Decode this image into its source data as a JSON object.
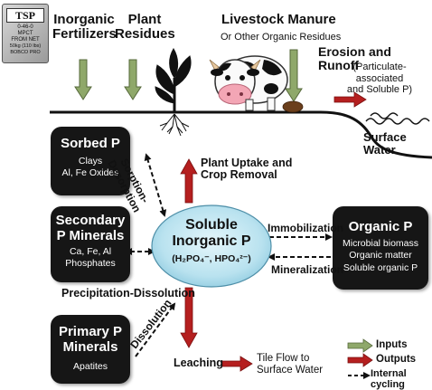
{
  "top": {
    "inorganic_fertilizers": [
      "Inorganic",
      "Fertilizers"
    ],
    "plant_residues": [
      "Plant",
      "Residues"
    ],
    "livestock_manure": "Livestock Manure",
    "other_residues": "Or Other Organic Residues",
    "erosion_title": "Erosion and Runoff",
    "erosion_sub": [
      "(Particulate-associated",
      "and Soluble P)"
    ],
    "surface_water": "Surface Water"
  },
  "tsp_bag": {
    "title": "TSP",
    "lines": [
      "0-46-0",
      "MPCT",
      "FROM NET",
      "50kg (110 lbs)",
      "BOBCO PRO"
    ]
  },
  "boxes": {
    "sorbed": {
      "title": "Sorbed P",
      "lines": [
        "Clays",
        "Al, Fe Oxides"
      ]
    },
    "secondary": {
      "title": [
        "Secondary",
        "P Minerals"
      ],
      "lines": [
        "Ca, Fe, Al",
        "Phosphates"
      ]
    },
    "primary": {
      "title": [
        "Primary P",
        "Minerals"
      ],
      "lines": [
        "Apatites"
      ]
    },
    "organic": {
      "title": "Organic P",
      "lines": [
        "Microbial biomass",
        "Organic matter",
        "Soluble organic P"
      ]
    }
  },
  "soluble": {
    "title": [
      "Soluble",
      "Inorganic P"
    ],
    "formula": "(H₂PO₄⁻, HPO₄²⁻)"
  },
  "processes": {
    "sorption": [
      "Sorption-",
      "Desorption"
    ],
    "plant_uptake": [
      "Plant Uptake and",
      "Crop Removal"
    ],
    "immobilization": "Immobilization",
    "mineralization": "Mineralization",
    "precipitation": "Precipitation-Dissolution",
    "dissolution": "Dissolution",
    "leaching": "Leaching",
    "tile_flow": [
      "Tile Flow to",
      "Surface Water"
    ]
  },
  "legend": {
    "inputs": "Inputs",
    "outputs": "Outputs",
    "internal": "Internal cycling"
  },
  "colors": {
    "input_arrow": "#8fa86a",
    "output_arrow": "#b51f1f",
    "box_bg": "#161616",
    "soluble_fill": "#bfe6f2"
  }
}
